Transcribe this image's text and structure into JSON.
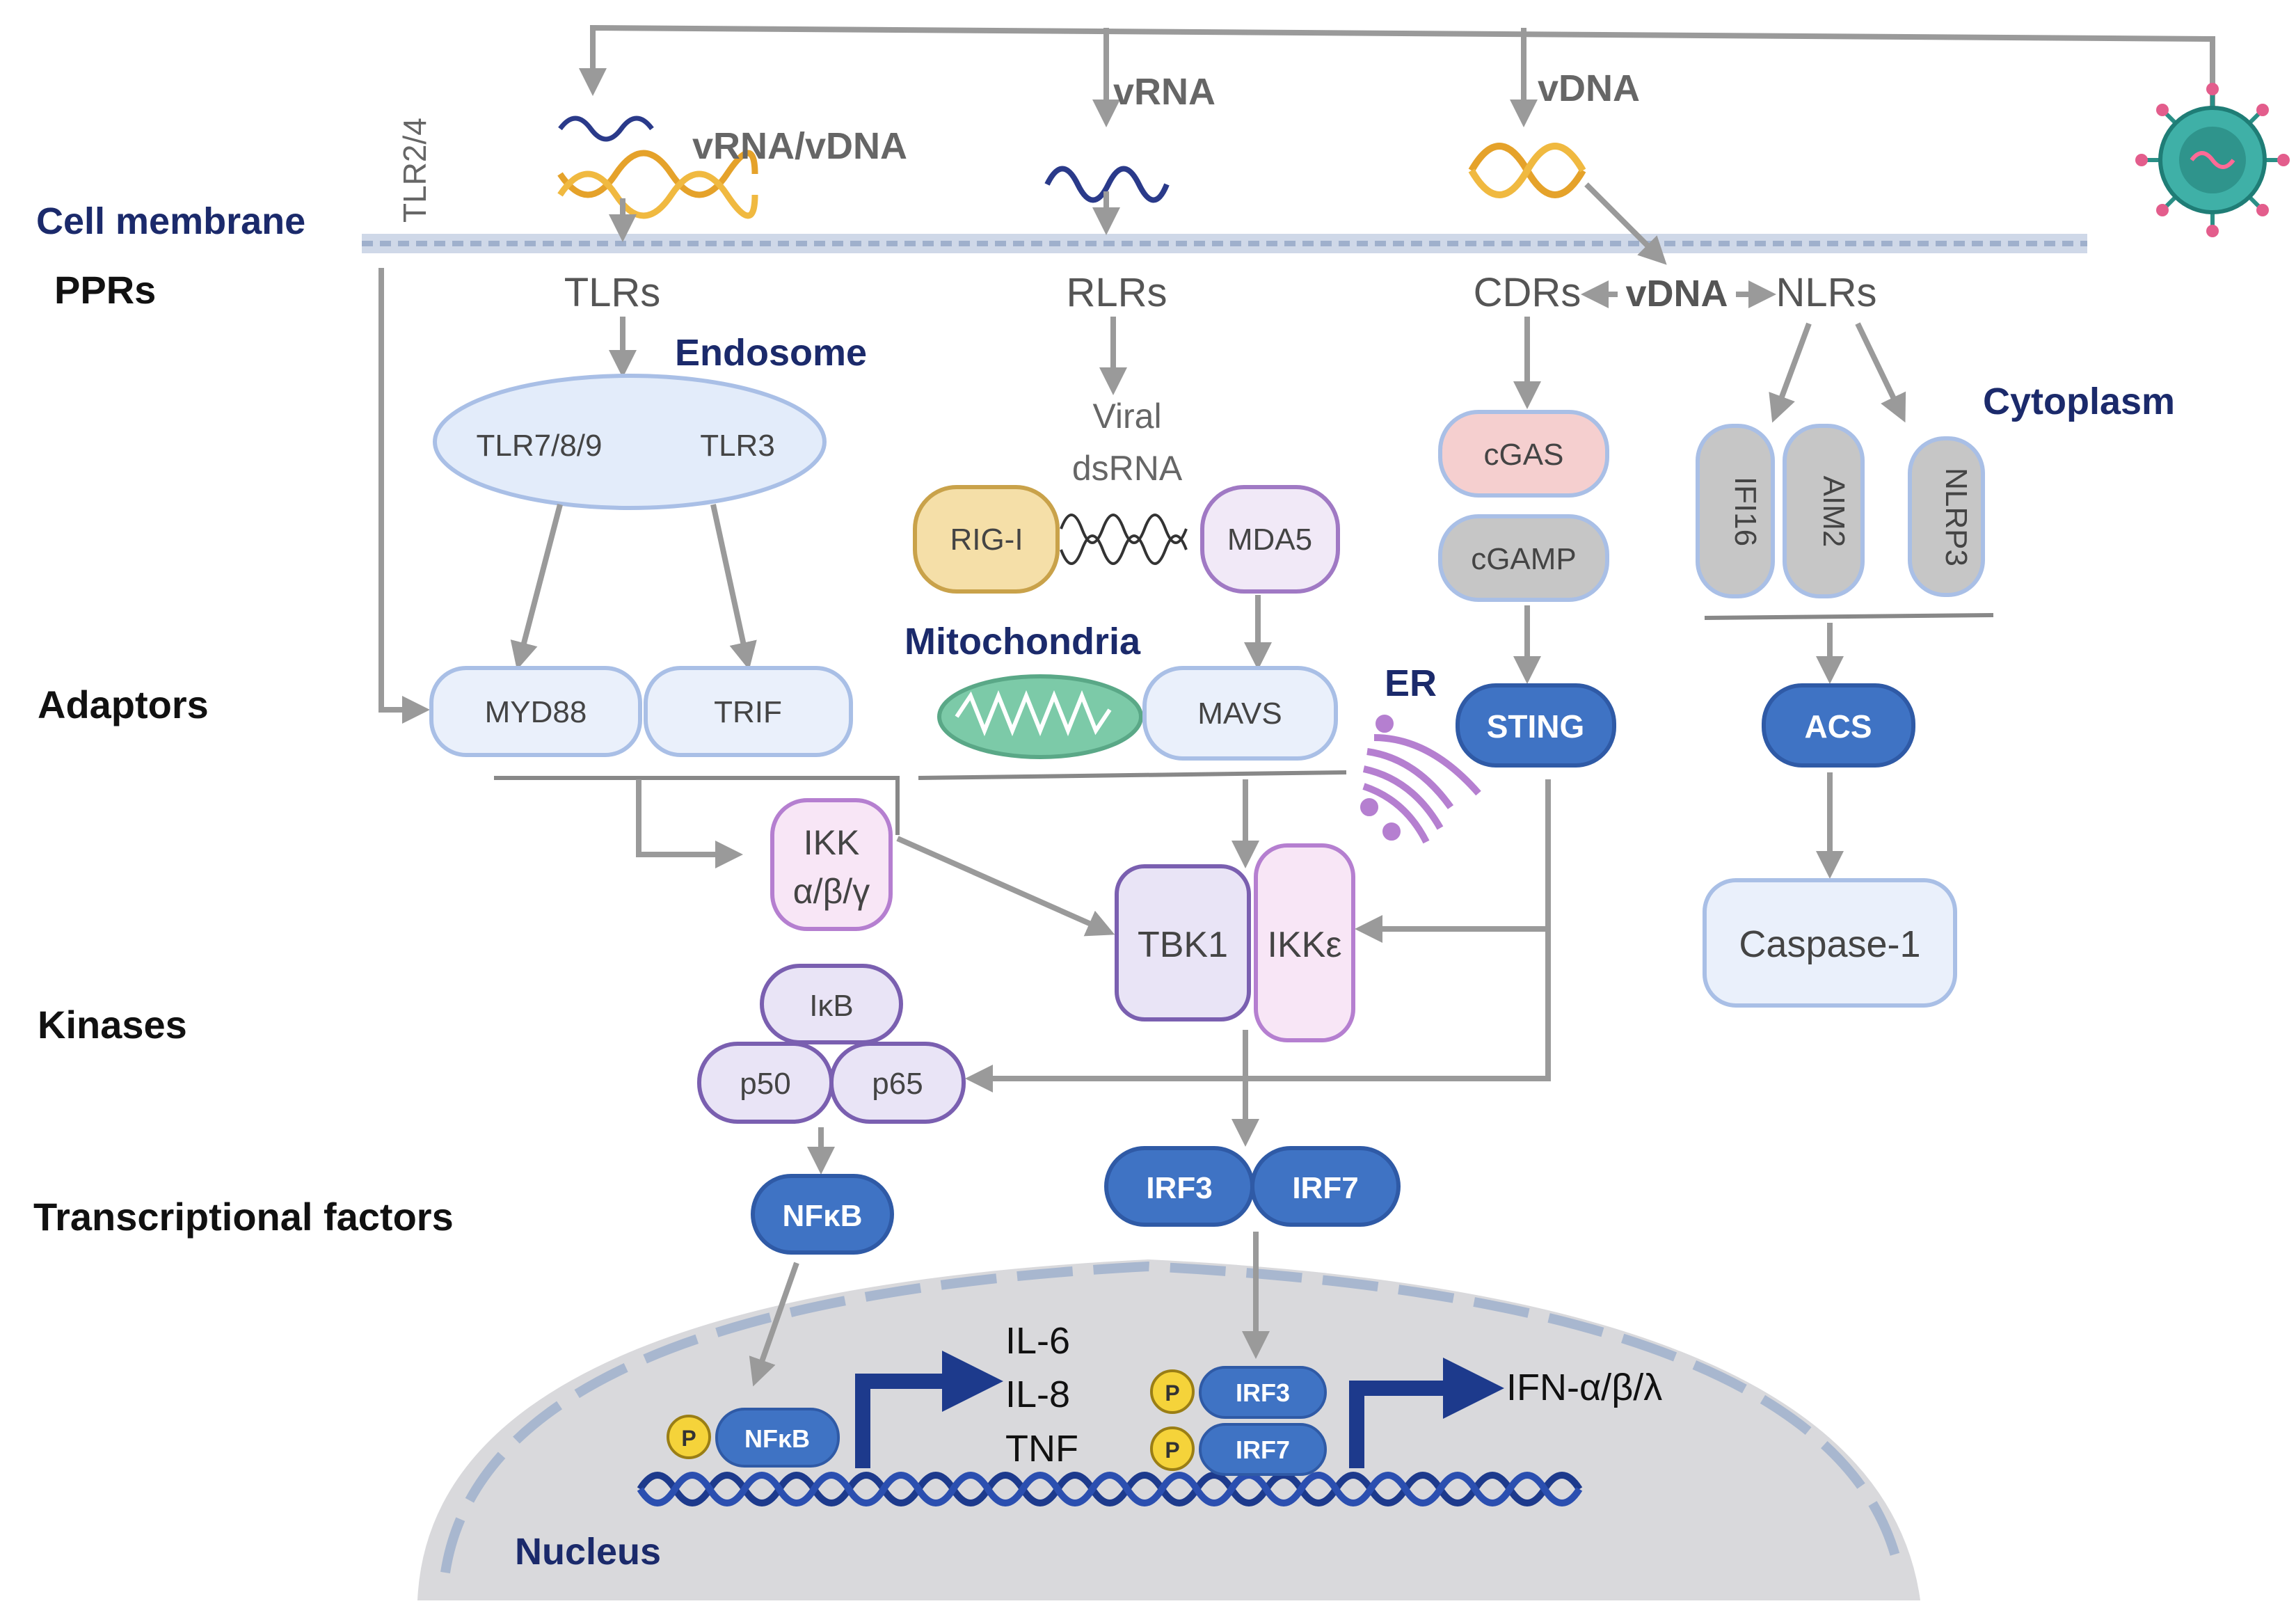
{
  "sections": {
    "ppr": "PPRs",
    "adaptors": "Adaptors",
    "kinases": "Kinases",
    "tf": "Transcriptional factors"
  },
  "compartments": {
    "cell_membrane": "Cell membrane",
    "endosome": "Endosome",
    "cytoplasm": "Cytoplasm",
    "mitochondria": "Mitochondria",
    "er": "ER",
    "nucleus": "Nucleus"
  },
  "ligands": {
    "tlr24": "TLR2/4",
    "vrna_vdna": "vRNA/vDNA",
    "vrna": "vRNA",
    "vdna": "vDNA",
    "vdna_mid": "vDNA",
    "viral_dsrna_1": "Viral",
    "viral_dsrna_2": "dsRNA"
  },
  "receptors": {
    "tlrs": "TLRs",
    "rlrs": "RLRs",
    "cdrs": "CDRs",
    "nlrs": "NLRs",
    "tlr789": "TLR7/8/9",
    "tlr3": "TLR3",
    "rigi": "RIG-I",
    "mda5": "MDA5",
    "cgas": "cGAS",
    "cgamp": "cGAMP",
    "ifi16": "IFI16",
    "aim2": "AIM2",
    "nlrp3": "NLRP3"
  },
  "adaptors": {
    "myd88": "MYD88",
    "trif": "TRIF",
    "mavs": "MAVS",
    "sting": "STING",
    "acs": "ACS"
  },
  "kinases": {
    "ikk_1": "IKK",
    "ikk_2": "α/β/γ",
    "tbk1": "TBK1",
    "ikke": "IKKε",
    "caspase1": "Caspase-1",
    "ikb": "IκB",
    "p50": "p50",
    "p65": "p65"
  },
  "tfs": {
    "nfkb": "NFκB",
    "irf3": "IRF3",
    "irf7": "IRF7"
  },
  "nucleus": {
    "p": "P",
    "nfkb": "NFκB",
    "irf3": "IRF3",
    "irf7": "IRF7",
    "out1": "IL-6",
    "out2": "IL-8",
    "out3": "TNF",
    "out_ifn": "IFN-α/β/λ"
  }
}
